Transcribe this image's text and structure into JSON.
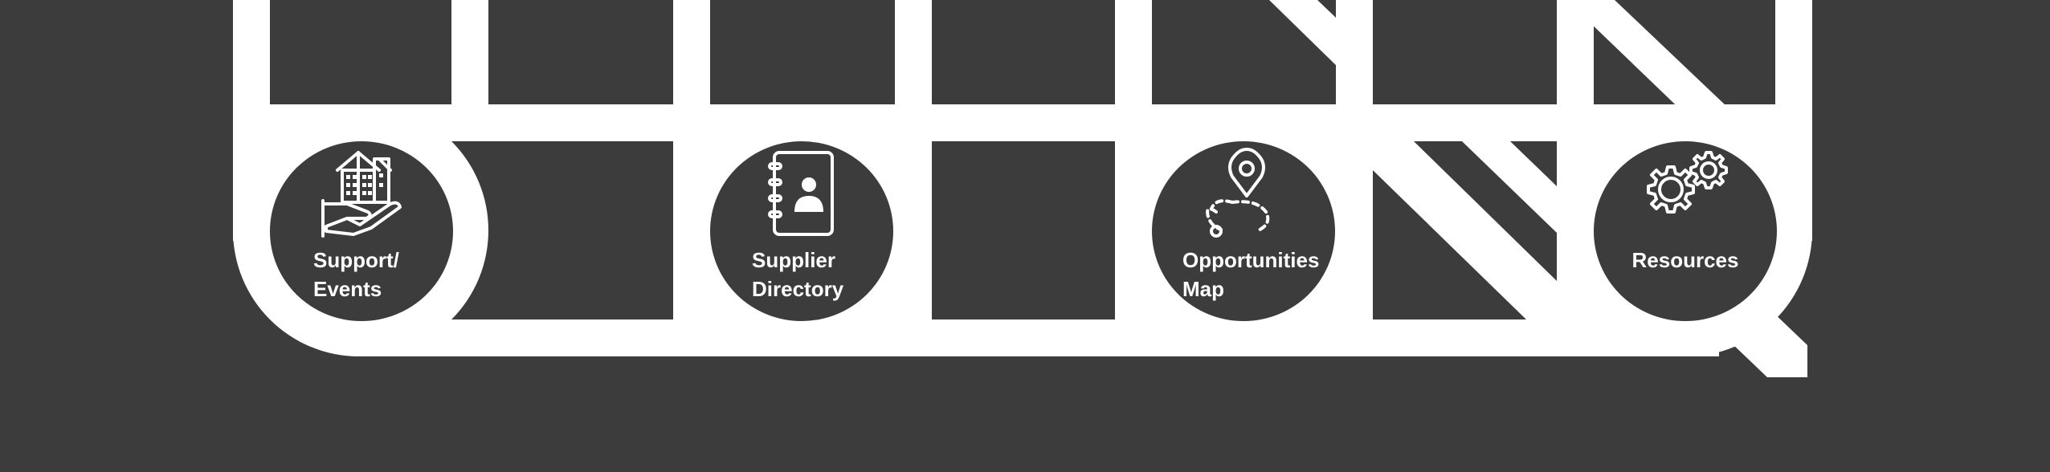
{
  "colors": {
    "background": "#3c3c3c",
    "frame": "#ffffff",
    "button_fill": "#3c3c3c",
    "label": "#ffffff"
  },
  "nav": {
    "items": [
      {
        "id": "support-events",
        "label": "Support/\nEvents",
        "icon": "building-on-hand-icon"
      },
      {
        "id": "supplier-directory",
        "label": "Supplier\nDirectory",
        "icon": "address-book-icon"
      },
      {
        "id": "opportunities-map",
        "label": "Opportunities\nMap",
        "icon": "map-pin-route-icon"
      },
      {
        "id": "resources",
        "label": "Resources",
        "icon": "gears-icon"
      }
    ]
  }
}
